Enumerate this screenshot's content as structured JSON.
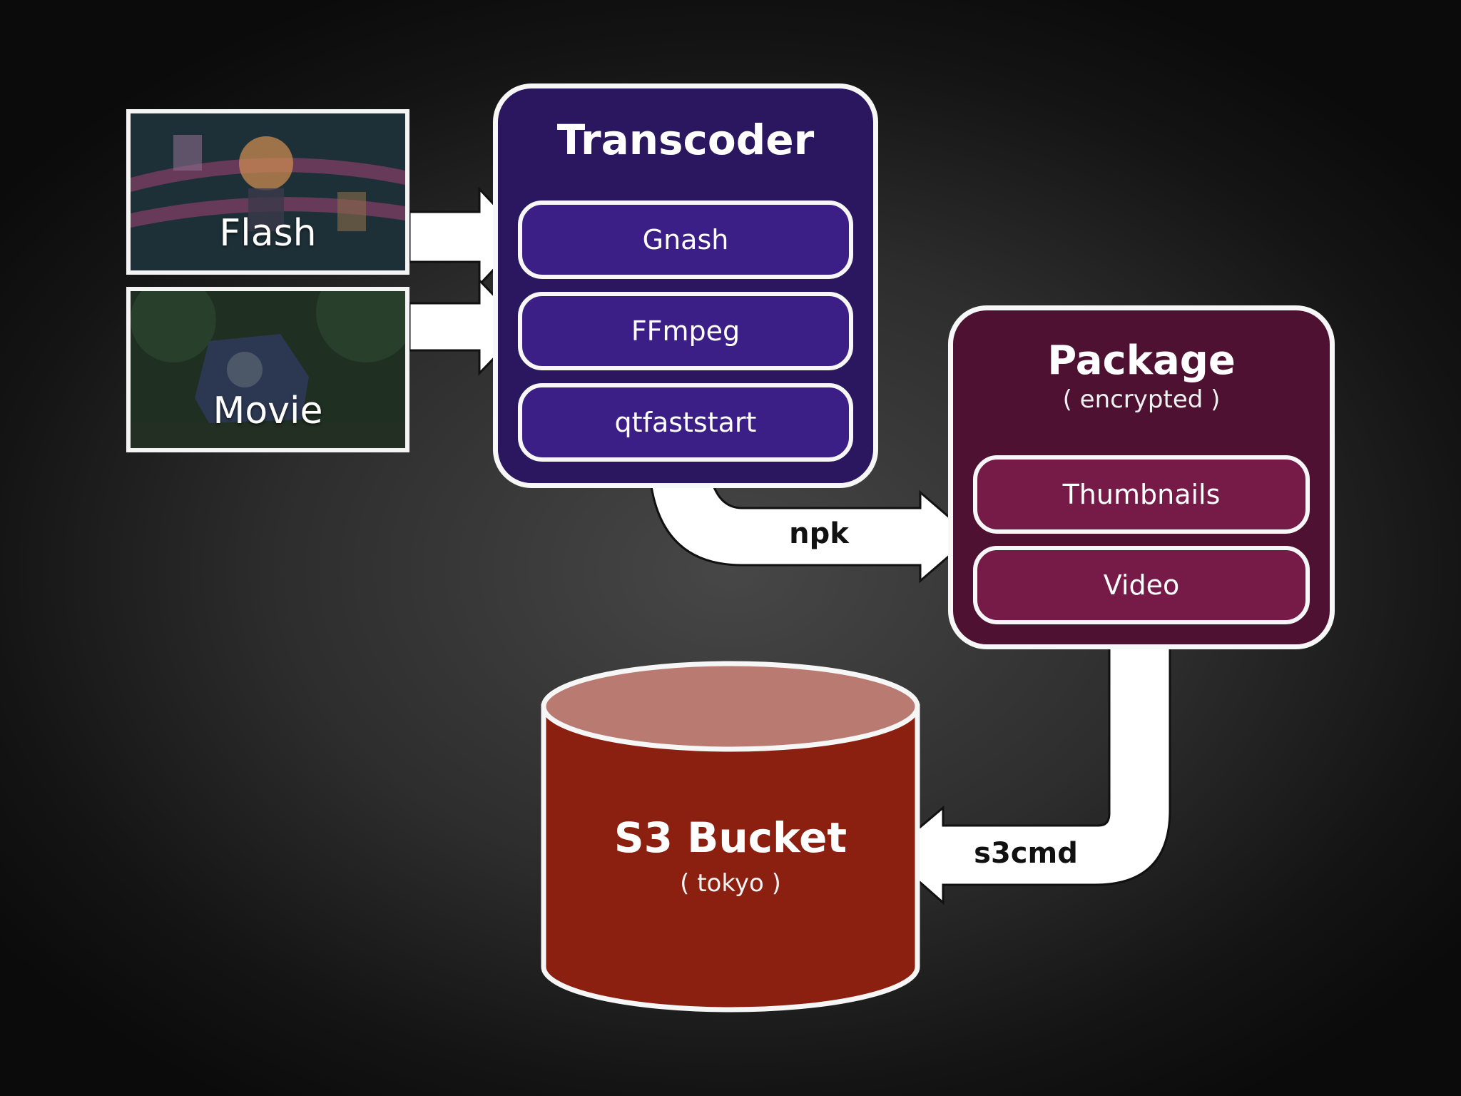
{
  "sources": [
    {
      "id": "flash",
      "label": "Flash"
    },
    {
      "id": "movie",
      "label": "Movie"
    }
  ],
  "transcoder": {
    "title": "Transcoder",
    "modules": [
      "Gnash",
      "FFmpeg",
      "qtfaststart"
    ]
  },
  "package": {
    "title": "Package",
    "subtitle": "( encrypted )",
    "modules": [
      "Thumbnails",
      "Video"
    ]
  },
  "storage": {
    "title": "S3 Bucket",
    "subtitle": "( tokyo )"
  },
  "connectors": {
    "transcoder_to_package": "npk",
    "package_to_storage": "s3cmd"
  },
  "colors": {
    "transcoder_fill": "#2a1760",
    "transcoder_module": "#3c1f86",
    "package_fill": "#4f1132",
    "package_module": "#761a48",
    "bucket_body": "#8b1f10",
    "bucket_top": "#b97a72",
    "arrow": "#ffffff"
  }
}
